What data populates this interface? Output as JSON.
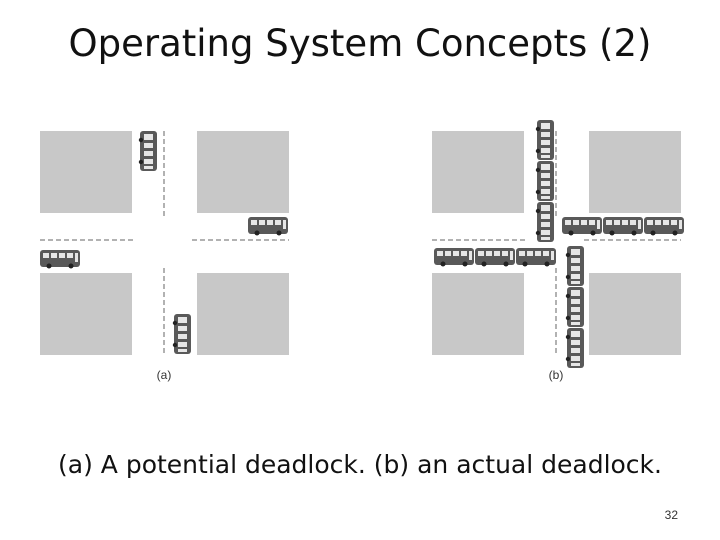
{
  "slide": {
    "title": "Operating System Concepts (2)",
    "caption": "(a) A potential deadlock. (b) an actual deadlock.",
    "page_number": "32"
  },
  "figure": {
    "panels": [
      {
        "id": "a",
        "label": "(a)"
      },
      {
        "id": "b",
        "label": "(b)"
      }
    ]
  },
  "colors": {
    "block": "#c8c8c8",
    "bus_body": "#595959",
    "bus_window": "#e6e6e6",
    "dash": "#666666"
  }
}
